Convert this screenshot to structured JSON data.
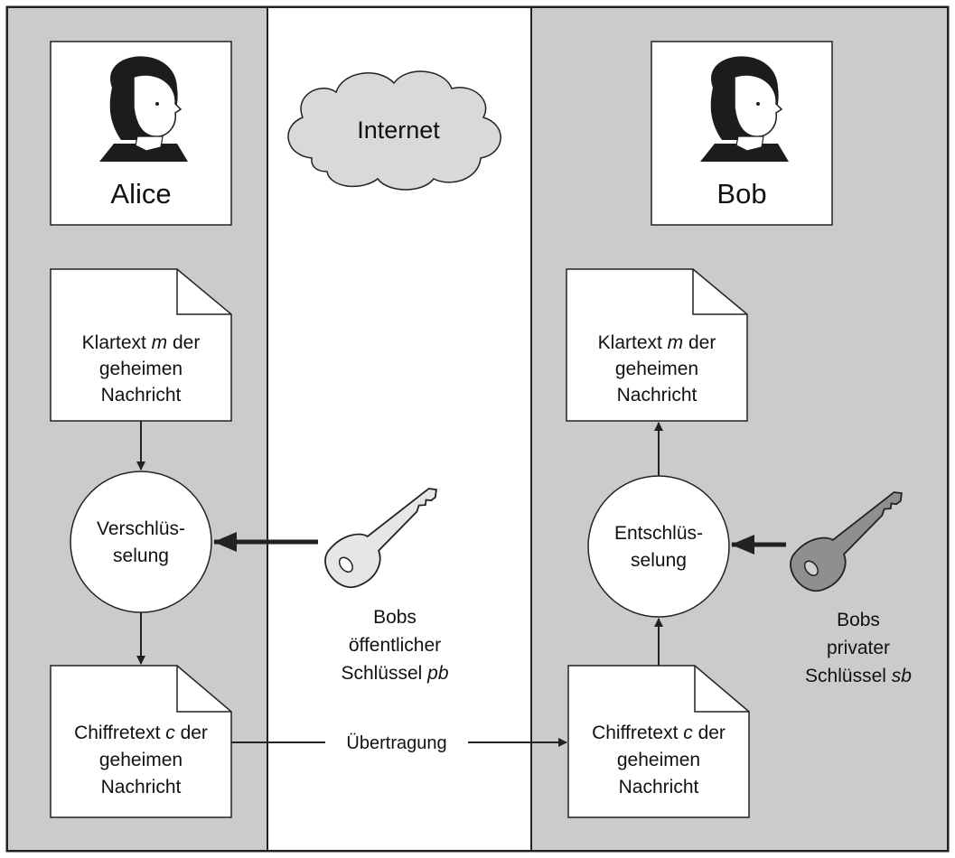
{
  "colors": {
    "side_panel": "#cbcbcb",
    "internet_panel": "#ffffff",
    "border": "#222222",
    "cloud_fill": "#d9d9d9",
    "public_key": "#e6e6e6",
    "private_key": "#8f8f8f"
  },
  "icons": {
    "alice": "person-icon",
    "bob": "person-icon",
    "cloud": "cloud-icon",
    "public_key": "key-icon",
    "private_key": "key-icon"
  },
  "internet": {
    "label": "Internet"
  },
  "alice": {
    "name": "Alice",
    "plaintext": {
      "line1": "Klartext ",
      "var": "m",
      "line1_end": " der",
      "line2": "geheimen",
      "line3": "Nachricht"
    },
    "process": {
      "line1": "Verschlüs-",
      "line2": "selung"
    },
    "ciphertext": {
      "line1": "Chiffretext ",
      "var": "c",
      "line1_end": " der",
      "line2": "geheimen",
      "line3": "Nachricht"
    }
  },
  "bob": {
    "name": "Bob",
    "plaintext": {
      "line1": "Klartext ",
      "var": "m",
      "line1_end": " der",
      "line2": "geheimen",
      "line3": "Nachricht"
    },
    "process": {
      "line1": "Entschlüs-",
      "line2": "selung"
    },
    "ciphertext": {
      "line1": "Chiffretext ",
      "var": "c",
      "line1_end": " der",
      "line2": "geheimen",
      "line3": "Nachricht"
    }
  },
  "public_key": {
    "line1": "Bobs",
    "line2": "öffentlicher",
    "line3": "Schlüssel ",
    "var": "pb"
  },
  "private_key": {
    "line1": "Bobs",
    "line2": "privater",
    "line3": "Schlüssel ",
    "var": "sb"
  },
  "transmission": {
    "label": "Übertragung"
  }
}
